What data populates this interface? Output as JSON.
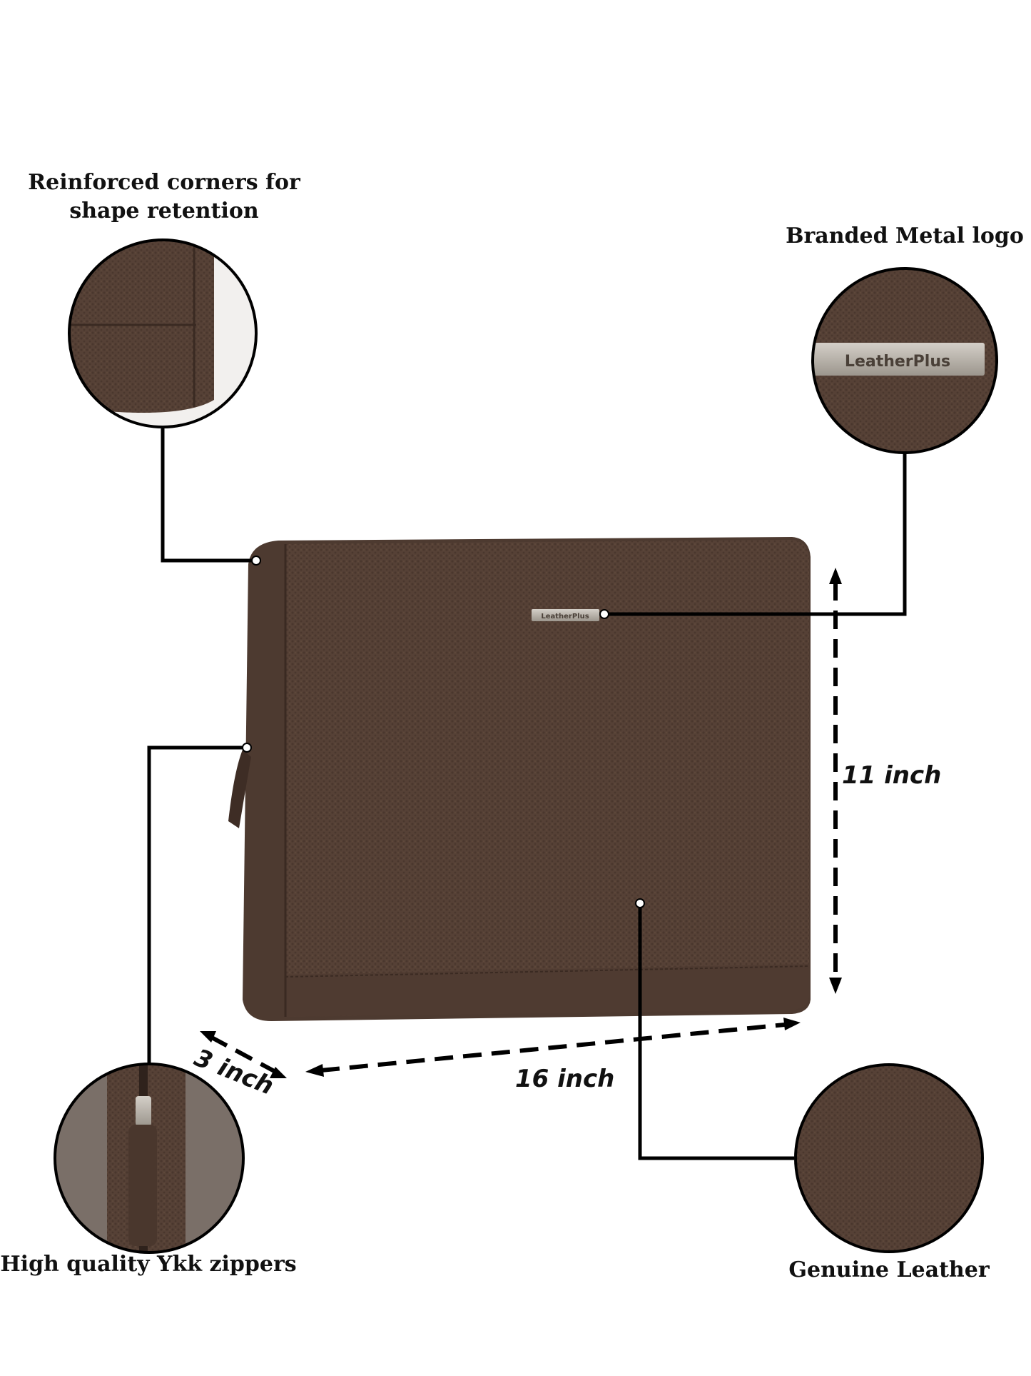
{
  "features": {
    "corners": {
      "label_line1": "Reinforced corners for",
      "label_line2": "shape retention"
    },
    "logo": {
      "label": "Branded Metal logo"
    },
    "zippers": {
      "label": "High quality Ykk zippers"
    },
    "leather": {
      "label": "Genuine Leather"
    }
  },
  "brand": "LeatherPlus",
  "dimensions": {
    "height": "11 inch",
    "width": "16 inch",
    "depth": "3 inch"
  },
  "colors": {
    "leather": "#5a4439",
    "leather_dark": "#3e2d25",
    "metal": "#b9b3ab",
    "line": "#000000"
  }
}
